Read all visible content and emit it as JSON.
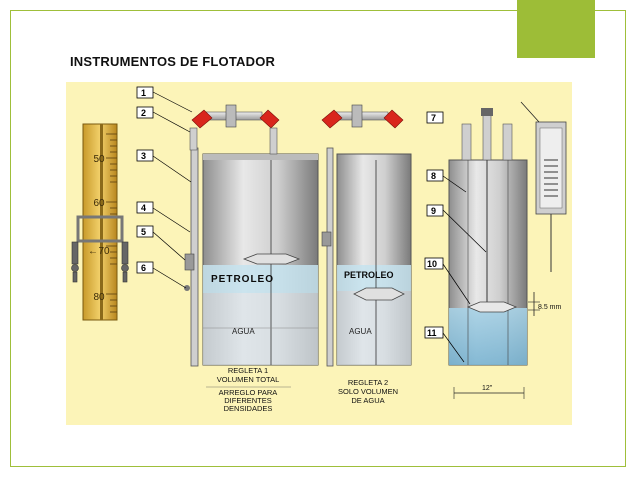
{
  "slide": {
    "title": "INSTRUMENTOS DE FLOTADOR",
    "accent_color": "#9dbd37",
    "panel_bg": "#fcf4b8"
  },
  "diagram": {
    "callouts": [
      "1",
      "2",
      "3",
      "4",
      "5",
      "6",
      "7",
      "8",
      "9",
      "10",
      "11"
    ],
    "scale_ticks": [
      "50",
      "60",
      "70",
      "80"
    ],
    "liquids": {
      "petroleo_left": "PETROLEO",
      "petroleo_middle": "PETROLEO",
      "agua_left": "AGUA",
      "agua_middle": "AGUA"
    },
    "captions": {
      "regleta1_line1": "REGLETA 1",
      "regleta1_line2": "VOLUMEN TOTAL",
      "arreglo_line1": "ARREGLO PARA",
      "arreglo_line2": "DIFERENTES",
      "arreglo_line3": "DENSIDADES",
      "regleta2_line1": "REGLETA 2",
      "regleta2_line2": "SOLO VOLUMEN",
      "regleta2_line3": "DE AGUA"
    },
    "dimensions": {
      "gap": "8.5 mm",
      "width": "12\""
    }
  }
}
